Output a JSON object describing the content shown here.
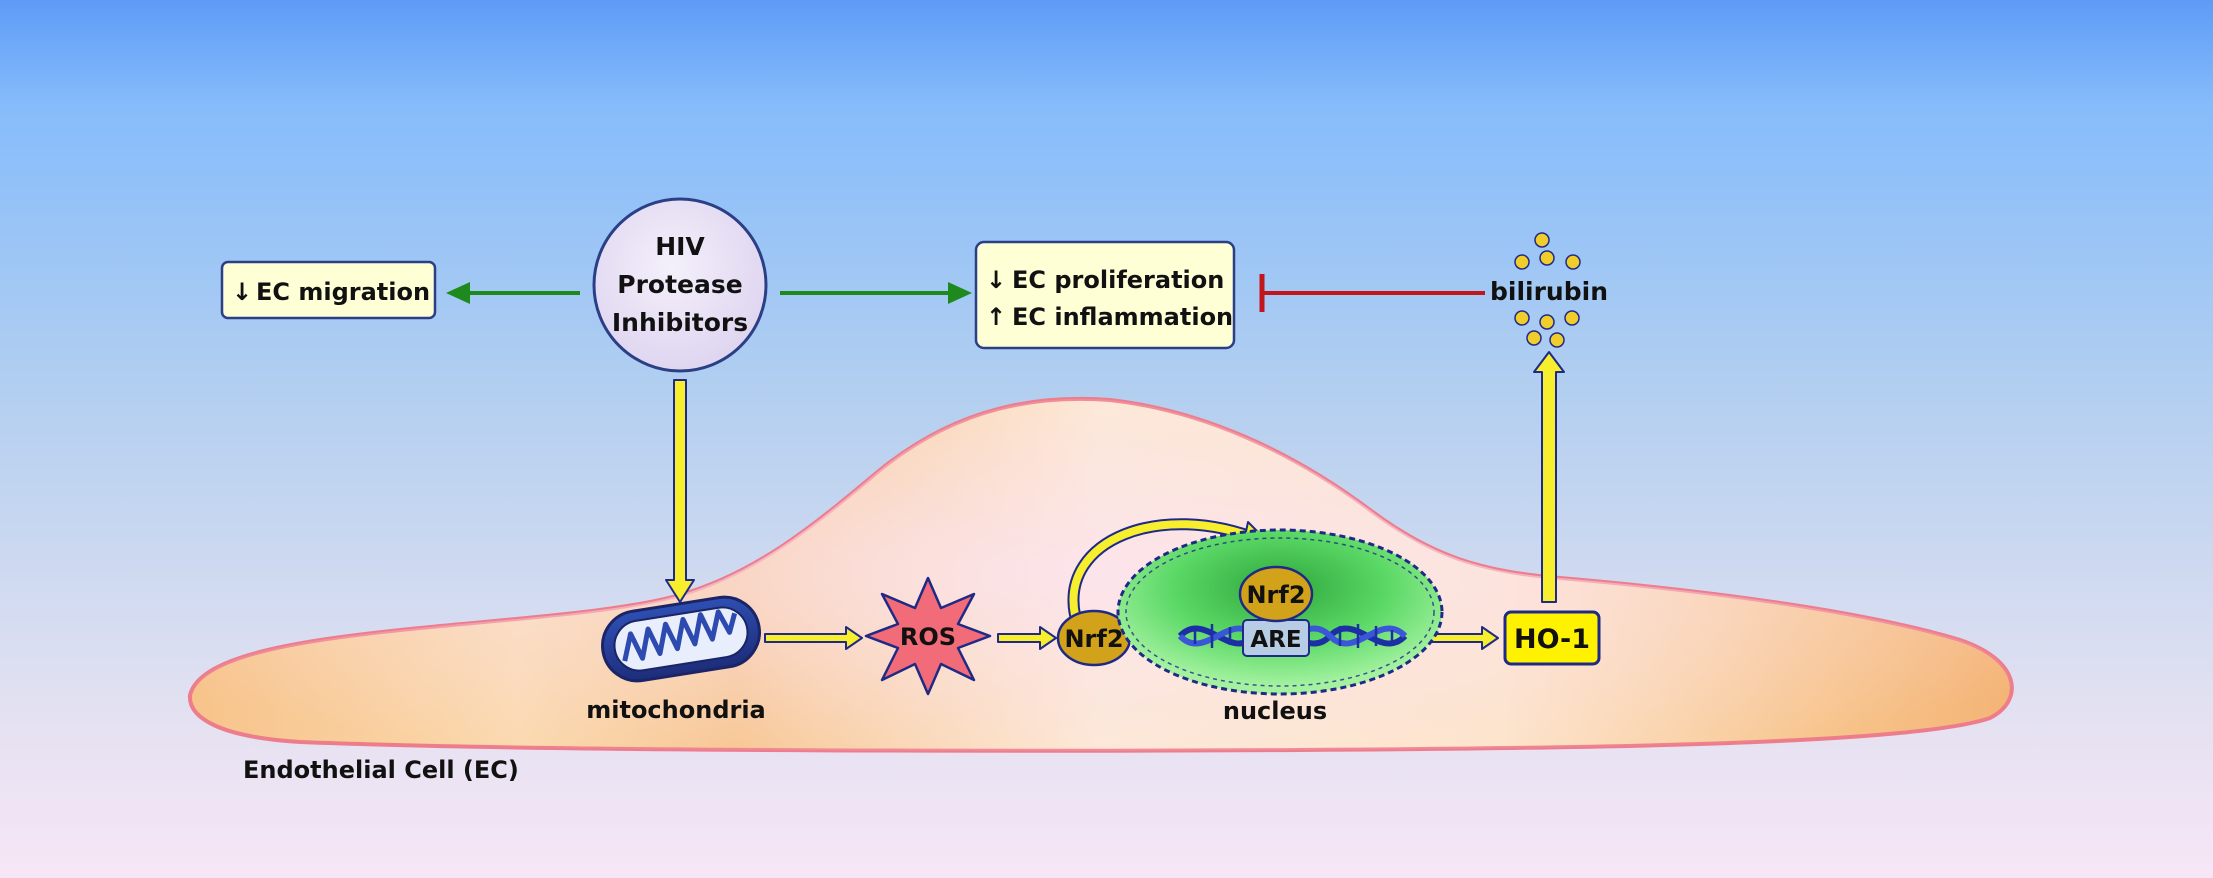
{
  "colors": {
    "bg_top": "#5e9bf6",
    "bg_mid": "#b8d0ee",
    "bg_bottom": "#f6e6f5",
    "cell_fill": "#fbd2a3",
    "cell_border": "#ee7d8c",
    "box_fill": "#ffffd6",
    "box_border": "#2b3f86",
    "arrow_green": "#1e8a1e",
    "arrow_yellow": "#f7ef2d",
    "arrow_outline": "#1f2a86",
    "inhibit_red": "#c0161c",
    "ros_fill": "#f26b78",
    "nrf2_fill": "#d2a21a",
    "nucleus_fill": "#4ccd57",
    "ho1_fill": "#fff200",
    "bilirubin_dot": "#f0cd2b"
  },
  "nodes": {
    "hiv": {
      "line1": "HIV",
      "line2": "Protease",
      "line3": "Inhibitors"
    },
    "migration": {
      "arrow": "↓",
      "text": "EC migration"
    },
    "effects": {
      "arrow1": "↓",
      "line1": "EC proliferation",
      "arrow2": "↑",
      "line2": "EC inflammation"
    },
    "bilirubin": "bilirubin",
    "mitochondria": "mitochondria",
    "ros": "ROS",
    "nrf2_cytoplasm": "Nrf2",
    "nrf2_nucleus": "Nrf2",
    "are": "ARE",
    "nucleus": "nucleus",
    "ho1": "HO-1",
    "cell": "Endothelial Cell (EC)"
  }
}
